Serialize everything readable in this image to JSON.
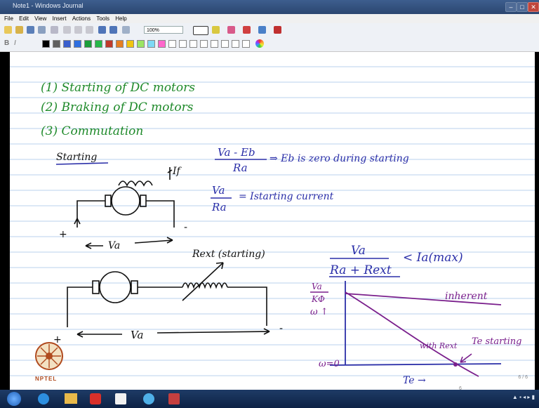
{
  "window": {
    "title": "Note1 - Windows Journal"
  },
  "menu": [
    "File",
    "Edit",
    "View",
    "Insert",
    "Actions",
    "Tools",
    "Help"
  ],
  "toolbar": {
    "zoom": "100%"
  },
  "colors": [
    "#000000",
    "#606060",
    "#3a5fcd",
    "#2f6fe0",
    "#1a9e3a",
    "#27b84a",
    "#c0392b",
    "#e67e22",
    "#f1c40f",
    "#9be564",
    "#7ed9f5",
    "#ff66cc",
    "#ffffff"
  ],
  "notes": {
    "item1": "(1) Starting of DC motors",
    "item2": "(2) Braking of DC motors",
    "item3": "(3) Commutation",
    "heading": "Starting",
    "field_current": "If",
    "eq1_num": "Va - Eb",
    "eq1_den": "Ra",
    "eq1_text": "⇒ Eb is zero during starting",
    "eq2_num": "Va",
    "eq2_den": "Ra",
    "eq2_text": "= Istarting current",
    "plus1": "+",
    "minus1": "-",
    "va1": "Va",
    "rext_label": "Rext (starting)",
    "ineq_num": "Va",
    "ineq_den": "Ra + Rext",
    "ineq_text": "< Ia(max)",
    "plus2": "+",
    "minus2": "-",
    "va2": "Va"
  },
  "graph": {
    "y_top_label_num": "Va",
    "y_top_label_den": "KΦ",
    "y_axis_label": "ω ↑",
    "origin_label": "ω=0",
    "inherent_label": "inherent",
    "with_rext_label": "with Rext",
    "te_starting_label": "Te starting",
    "x_axis_label": "Te →"
  },
  "footer": {
    "page_indicator": "6 / 6",
    "page_number": "6"
  },
  "logo": {
    "text": "NPTEL"
  }
}
